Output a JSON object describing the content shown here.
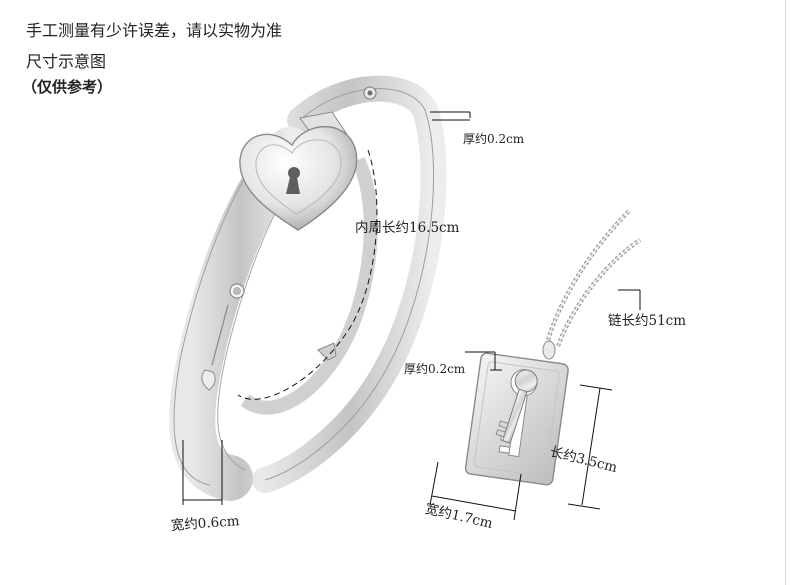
{
  "notes": {
    "line1": "手工测量有少许误差，请以实物为准",
    "line2": "尺寸示意图",
    "line3": "（仅供参考）"
  },
  "dimensions": {
    "bracelet_thickness": "厚约0.2cm",
    "bracelet_inner_circumference": "内周长约16.5cm",
    "bracelet_width": "宽约0.6cm",
    "chain_length": "链长约51cm",
    "pendant_thickness": "厚约0.2cm",
    "pendant_length": "长约3.5cm",
    "pendant_width": "宽约1.7cm"
  },
  "colors": {
    "metal_light": "#f2f2f2",
    "metal_mid": "#c9c9c9",
    "metal_dark": "#8e8e8e",
    "dimension_line": "#111111"
  }
}
